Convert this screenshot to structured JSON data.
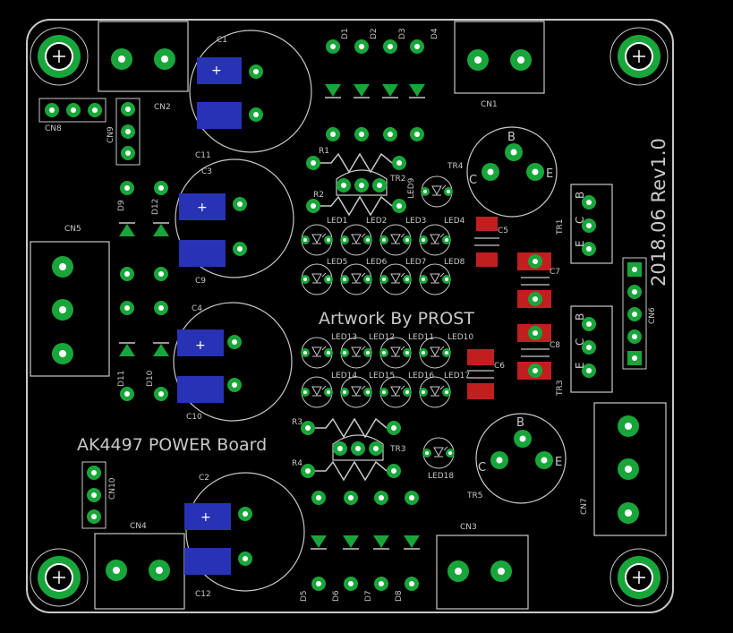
{
  "colors": {
    "background": "#000000",
    "silk": "#c8c8c8",
    "pad": "#18a63a",
    "pad_hole": "#ffffff",
    "smd_red": "#c11f1f",
    "smd_blue": "#2832b4"
  },
  "board": {
    "title": "AK4497 POWER Board",
    "artwork": "Artwork By PROST",
    "version": "2018.06 Rev1.0"
  },
  "labels": {
    "C1": "C1",
    "C2": "C2",
    "C3": "C3",
    "C4": "C4",
    "C5": "C5",
    "C6": "C6",
    "C7": "C7",
    "C8": "C8",
    "C9": "C9",
    "C10": "C10",
    "C11": "C11",
    "C12": "C12",
    "CN1": "CN1",
    "CN2": "CN2",
    "CN3": "CN3",
    "CN4": "CN4",
    "CN5": "CN5",
    "CN6": "CN6",
    "CN7": "CN7",
    "CN8": "CN8",
    "CN9": "CN9",
    "CN10": "CN10",
    "D1": "D1",
    "D2": "D2",
    "D3": "D3",
    "D4": "D4",
    "D5": "D5",
    "D6": "D6",
    "D7": "D7",
    "D8": "D8",
    "D9": "D9",
    "D10": "D10",
    "D11": "D11",
    "D12": "D12",
    "R1": "R1",
    "R2": "R2",
    "R3": "R3",
    "R4": "R4",
    "TR1": "TR1",
    "TR2": "TR2",
    "TR3": "TR3",
    "TR4": "TR4",
    "TR5": "TR5",
    "LED1": "LED1",
    "LED2": "LED2",
    "LED3": "LED3",
    "LED4": "LED4",
    "LED5": "LED5",
    "LED6": "LED6",
    "LED7": "LED7",
    "LED8": "LED8",
    "LED9": "LED9",
    "LED10": "LED10",
    "LED11": "LED11",
    "LED12": "LED12",
    "LED13": "LED13",
    "LED14": "LED14",
    "LED15": "LED15",
    "LED16": "LED16",
    "LED17": "LED17",
    "LED18": "LED18",
    "pin_B": "B",
    "pin_C": "C",
    "pin_E": "E",
    "plus": "+"
  }
}
